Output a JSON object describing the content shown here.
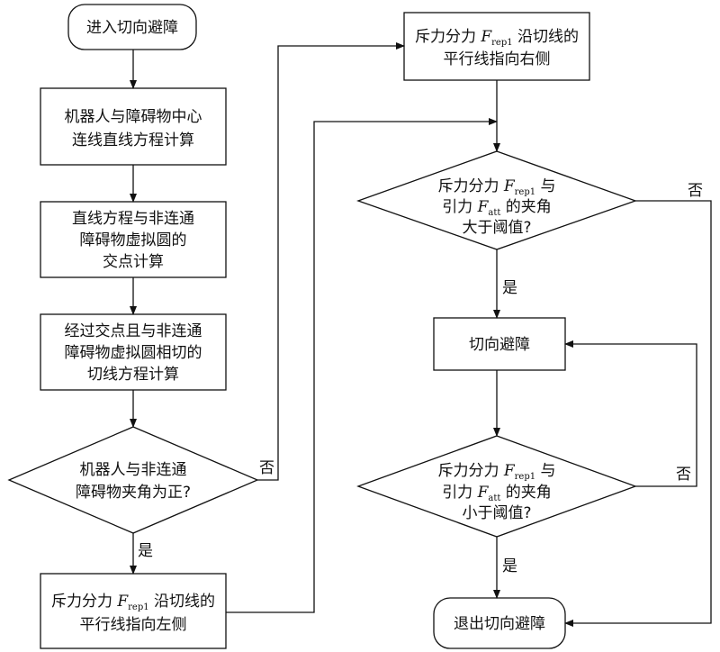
{
  "nodes": {
    "start": "进入切向避障",
    "line_eq": [
      "机器人与障碍物中心",
      "连线直线方程计算"
    ],
    "intersect": [
      "直线方程与非连通",
      "障碍物虚拟圆的",
      "交点计算"
    ],
    "tangent": [
      "经过交点且与非连通",
      "障碍物虚拟圆相切的",
      "切线方程计算"
    ],
    "decision_angle": [
      "机器人与非连通",
      "障碍物夹角为正?"
    ],
    "rep_left": {
      "pre": "斥力分力 ",
      "F": "F",
      "sub": "rep1",
      "post": " 沿切线的",
      "line2": "平行线指向左侧"
    },
    "rep_right": {
      "pre": "斥力分力 ",
      "F": "F",
      "sub": "rep1",
      "post": " 沿切线的",
      "line2": "平行线指向右侧"
    },
    "decision_gt": {
      "l1_pre": "斥力分力 ",
      "F": "F",
      "sub1": "rep1",
      "l1_post": " 与",
      "l2_pre": "引力 ",
      "sub2": "att",
      "l2_post": " 的夹角",
      "l3": "大于阈值?"
    },
    "avoid": "切向避障",
    "decision_lt": {
      "l1_pre": "斥力分力 ",
      "F": "F",
      "sub1": "rep1",
      "l1_post": " 与",
      "l2_pre": "引力 ",
      "sub2": "att",
      "l2_post": " 的夹角",
      "l3": "小于阈值?"
    },
    "exit": "退出切向避障"
  },
  "labels": {
    "yes": "是",
    "no": "否"
  }
}
